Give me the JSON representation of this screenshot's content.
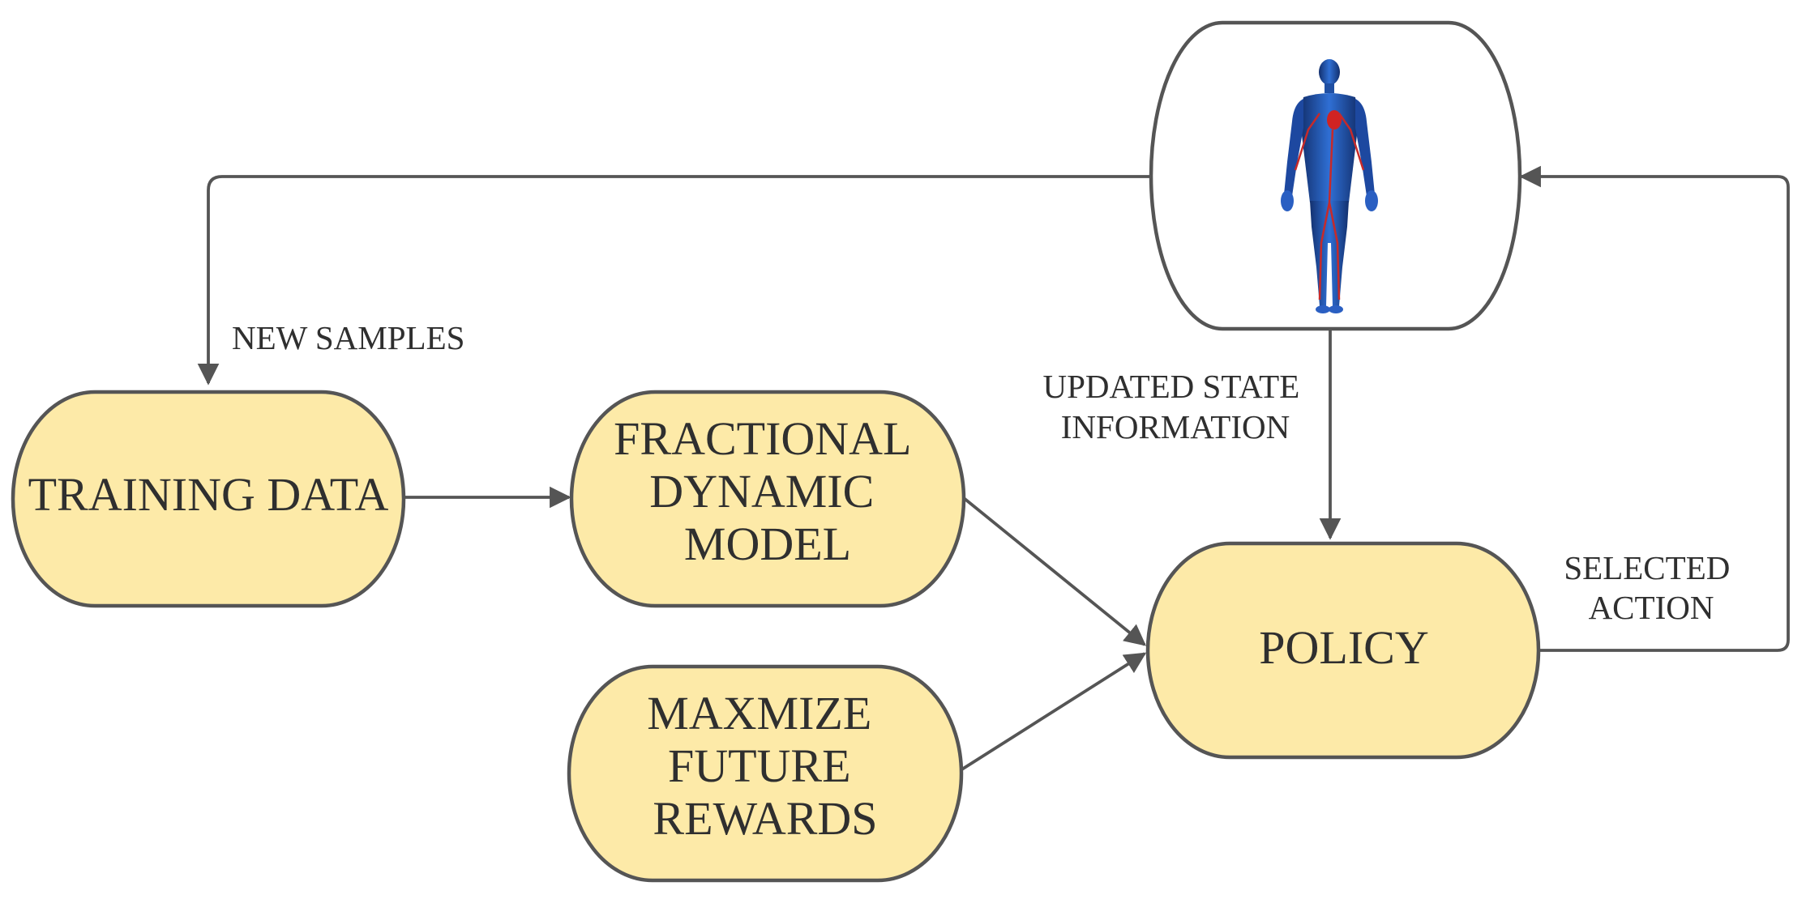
{
  "nodes": {
    "patient": {
      "label": "",
      "icon": "human-body-icon"
    },
    "training_data": {
      "lines": [
        "TRAINING DATA"
      ]
    },
    "fractional_model": {
      "lines": [
        "FRACTIONAL",
        "DYNAMIC",
        "MODEL"
      ]
    },
    "maximize_rewards": {
      "lines": [
        "MAXMIZE",
        "FUTURE",
        "REWARDS"
      ]
    },
    "policy": {
      "lines": [
        "POLICY"
      ]
    }
  },
  "edges": {
    "new_samples": {
      "lines": [
        "NEW SAMPLES"
      ]
    },
    "updated_state": {
      "lines": [
        "UPDATED STATE",
        "INFORMATION"
      ]
    },
    "selected_action": {
      "lines": [
        "SELECTED",
        "ACTION"
      ]
    },
    "training_to_model": {
      "lines": []
    },
    "model_to_policy": {
      "lines": []
    },
    "rewards_to_policy": {
      "lines": []
    }
  },
  "colors": {
    "node_fill": "#fdeaa8",
    "stroke": "#555555",
    "text": "#2f2f2f"
  }
}
